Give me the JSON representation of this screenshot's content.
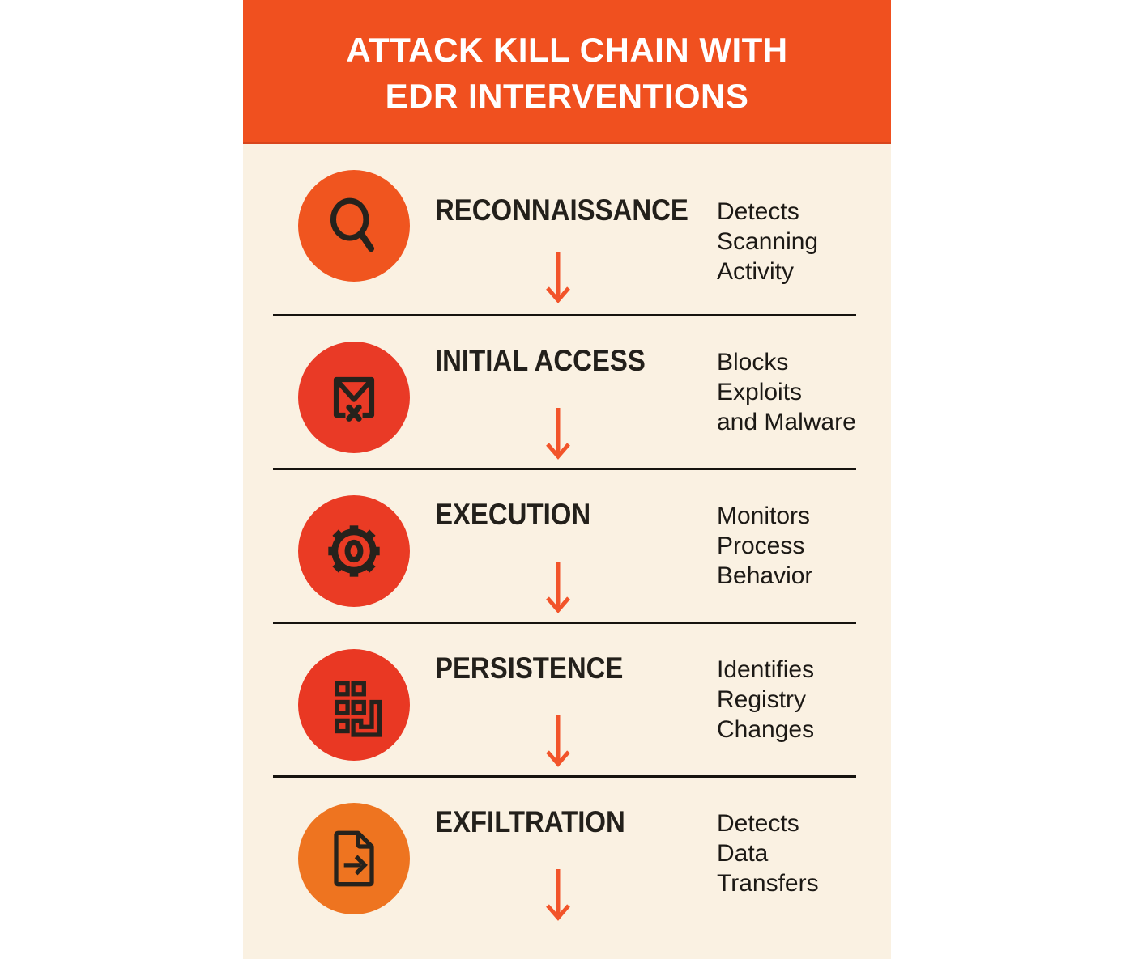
{
  "header": {
    "title_lines": [
      "ATTACK KILL CHAIN WITH",
      "EDR INTERVENTIONS"
    ],
    "background_color": "#F0501F",
    "text_color": "#FFFFFF"
  },
  "panel": {
    "background_color": "#FAF1E2",
    "page_background_color": "#FFFFFF",
    "divider_color": "#16130E"
  },
  "stages": [
    {
      "title": "RECONNAISSANCE",
      "edr_intervention_lines": [
        "Detects",
        "Scanning",
        "Activity"
      ],
      "icon": "magnifier-icon",
      "circle_color": "#F0551F"
    },
    {
      "title": "INITIAL ACCESS",
      "edr_intervention_lines": [
        "Blocks",
        "Exploits",
        "and Malware"
      ],
      "icon": "blocked-email-icon",
      "circle_color": "#E93A26"
    },
    {
      "title": "EXECUTION",
      "edr_intervention_lines": [
        "Monitors",
        "Process",
        "Behavior"
      ],
      "icon": "gear-icon",
      "circle_color": "#EA3B24"
    },
    {
      "title": "PERSISTENCE",
      "edr_intervention_lines": [
        "Identifies",
        "Registry",
        "Changes"
      ],
      "icon": "registry-icon",
      "circle_color": "#E93823"
    },
    {
      "title": "EXFILTRATION",
      "edr_intervention_lines": [
        "Detects",
        "Data",
        "Transfers"
      ],
      "icon": "document-export-icon",
      "circle_color": "#EE7420"
    }
  ],
  "arrow_color": "#F2542A",
  "icon_stroke_color": "#26221C"
}
